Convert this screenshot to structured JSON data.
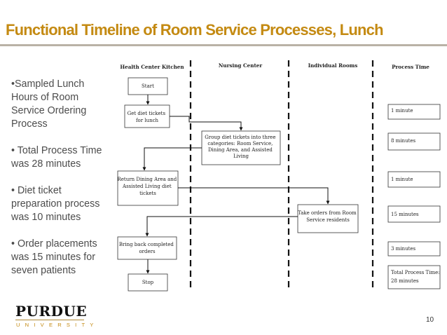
{
  "slide": {
    "title": "Functional Timeline of Room Service Processes, Lunch",
    "bullets": [
      "•Sampled Lunch Hours of Room Service Ordering Process",
      "• Total Process Time was 28 minutes",
      "• Diet ticket preparation process was 10 minutes",
      "• Order placements was 15 minutes for seven patients"
    ],
    "logo": {
      "word": "PURDUE",
      "sub": "UNIVERSITY"
    },
    "page_number": "10"
  },
  "diagram": {
    "lanes": [
      "Health Center Kitchen",
      "Nursing Center",
      "Individual Rooms",
      "Process Time"
    ],
    "steps": {
      "start": [
        "Start"
      ],
      "get_tickets": [
        "Get diet tickets",
        "for lunch"
      ],
      "group_tickets": [
        "Group diet tickets into three",
        "categories: Room Service,",
        "Dining Area, and Assisted",
        "Living"
      ],
      "return_tickets": [
        "Return Dining Area and",
        "Assisted Living diet",
        "tickets"
      ],
      "take_orders": [
        "Take orders from Room",
        "Service residents"
      ],
      "bring_back": [
        "Bring back completed",
        "orders"
      ],
      "stop": [
        "Stop"
      ]
    },
    "times": {
      "t1": [
        "1 minute"
      ],
      "t2": [
        "8 minutes"
      ],
      "t3": [
        "1 minute"
      ],
      "t4": [
        "15 minutes"
      ],
      "t5": [
        "3 minutes"
      ],
      "total": [
        "Total Process Time:",
        "28 minutes"
      ]
    }
  }
}
